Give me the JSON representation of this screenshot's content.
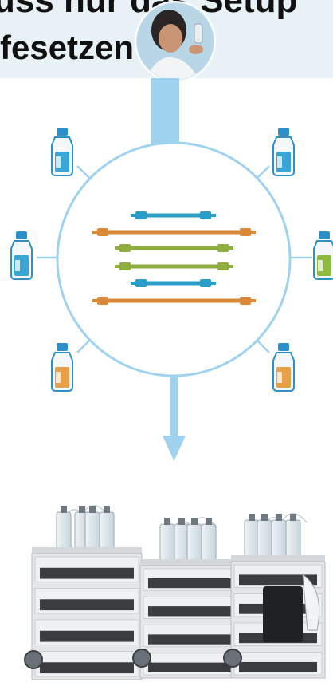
{
  "header": {
    "title_line1": "uss nur das Setup",
    "title_line2": "fesetzen"
  },
  "colors": {
    "banner_bg": "#e8f2f6",
    "connector_blue": "#9fd2ee",
    "circle_stroke": "#9fd2ee",
    "column_blue": "#2a9ec6",
    "column_orange": "#d9893a",
    "column_green": "#8fae3e",
    "instrument_body": "#e4e6e8",
    "instrument_dark": "#3a3c3f"
  },
  "diagram": {
    "columns": [
      {
        "color": "blue"
      },
      {
        "color": "orange"
      },
      {
        "color": "green"
      },
      {
        "color": "green"
      },
      {
        "color": "blue"
      },
      {
        "color": "orange"
      }
    ],
    "solvent_bottles": [
      {
        "position": "upper-left",
        "fill": "blue"
      },
      {
        "position": "upper-right",
        "fill": "blue"
      },
      {
        "position": "left",
        "fill": "blue"
      },
      {
        "position": "right",
        "fill": "green"
      },
      {
        "position": "lower-left",
        "fill": "orange"
      },
      {
        "position": "lower-right",
        "fill": "orange"
      }
    ],
    "instruments": [
      {
        "icon": "hplc-stack-icon"
      },
      {
        "icon": "hplc-stack-icon"
      },
      {
        "icon": "hplc-stack-icon"
      }
    ]
  }
}
